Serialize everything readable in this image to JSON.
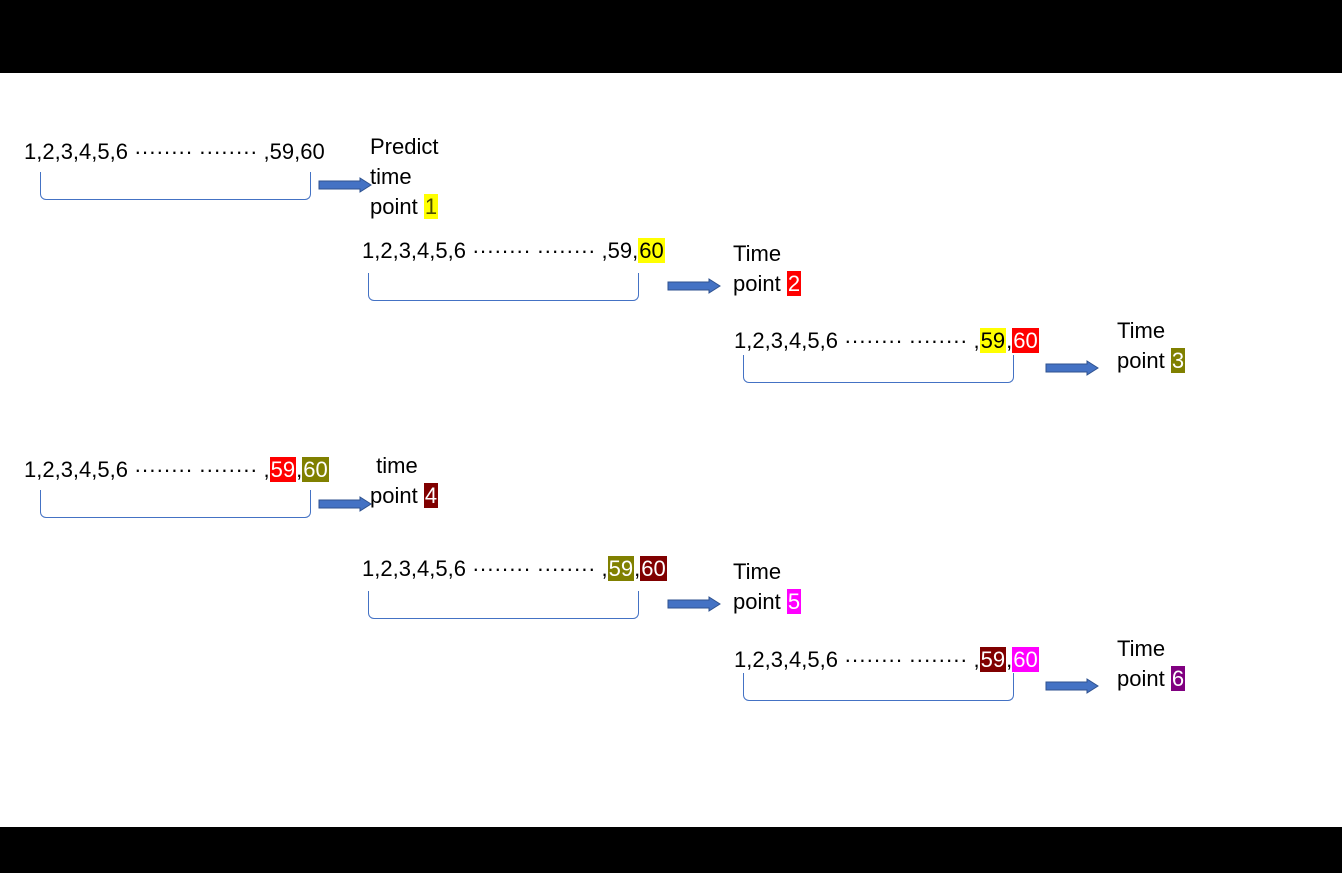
{
  "colors": {
    "yellow": "#ffff00",
    "red": "#ff0000",
    "olive": "#808000",
    "darkred": "#800000",
    "magenta": "#ff00ff",
    "purple": "#800080",
    "arrow_fill": "#4472c4",
    "arrow_stroke": "#2f528f",
    "bracket": "#4472c4"
  },
  "steps": [
    {
      "prefix": "1,2,3,4,5,6 ········ ········ ,59,60",
      "tail": [],
      "label_lines": [
        "Predict",
        "time",
        "point "
      ],
      "label_num": "1",
      "label_num_color": "yellow",
      "label_num_text": "dark"
    },
    {
      "prefix": "1,2,3,4,5,6 ········ ········ ,59,",
      "tail": [
        {
          "text": "60",
          "bg": "yellow",
          "fg": "dark"
        }
      ],
      "label_lines": [
        "Time",
        "point "
      ],
      "label_num": "2",
      "label_num_color": "red",
      "label_num_text": "light"
    },
    {
      "prefix": "1,2,3,4,5,6 ········ ········ ,",
      "tail": [
        {
          "text": "59",
          "bg": "yellow",
          "fg": "dark"
        },
        {
          "text": ",",
          "bg": "",
          "fg": "dark"
        },
        {
          "text": "60",
          "bg": "red",
          "fg": "light"
        }
      ],
      "label_lines": [
        "Time",
        "point "
      ],
      "label_num": "3",
      "label_num_color": "olive",
      "label_num_text": "light"
    },
    {
      "prefix": "1,2,3,4,5,6 ········ ········ ,",
      "tail": [
        {
          "text": "59",
          "bg": "red",
          "fg": "light"
        },
        {
          "text": ",",
          "bg": "",
          "fg": "dark"
        },
        {
          "text": "60",
          "bg": "olive",
          "fg": "light"
        }
      ],
      "label_lines": [
        " time",
        "point "
      ],
      "label_num": "4",
      "label_num_color": "darkred",
      "label_num_text": "light"
    },
    {
      "prefix": "1,2,3,4,5,6 ········ ········ ,",
      "tail": [
        {
          "text": "59",
          "bg": "olive",
          "fg": "light"
        },
        {
          "text": ",",
          "bg": "",
          "fg": "dark"
        },
        {
          "text": "60",
          "bg": "darkred",
          "fg": "light"
        }
      ],
      "label_lines": [
        "Time",
        "point "
      ],
      "label_num": "5",
      "label_num_color": "magenta",
      "label_num_text": "light"
    },
    {
      "prefix": "1,2,3,4,5,6 ········ ········ ,",
      "tail": [
        {
          "text": "59",
          "bg": "darkred",
          "fg": "light"
        },
        {
          "text": ",",
          "bg": "",
          "fg": "dark"
        },
        {
          "text": "60",
          "bg": "magenta",
          "fg": "light"
        }
      ],
      "label_lines": [
        "Time",
        "point "
      ],
      "label_num": "6",
      "label_num_color": "purple",
      "label_num_text": "light"
    }
  ]
}
